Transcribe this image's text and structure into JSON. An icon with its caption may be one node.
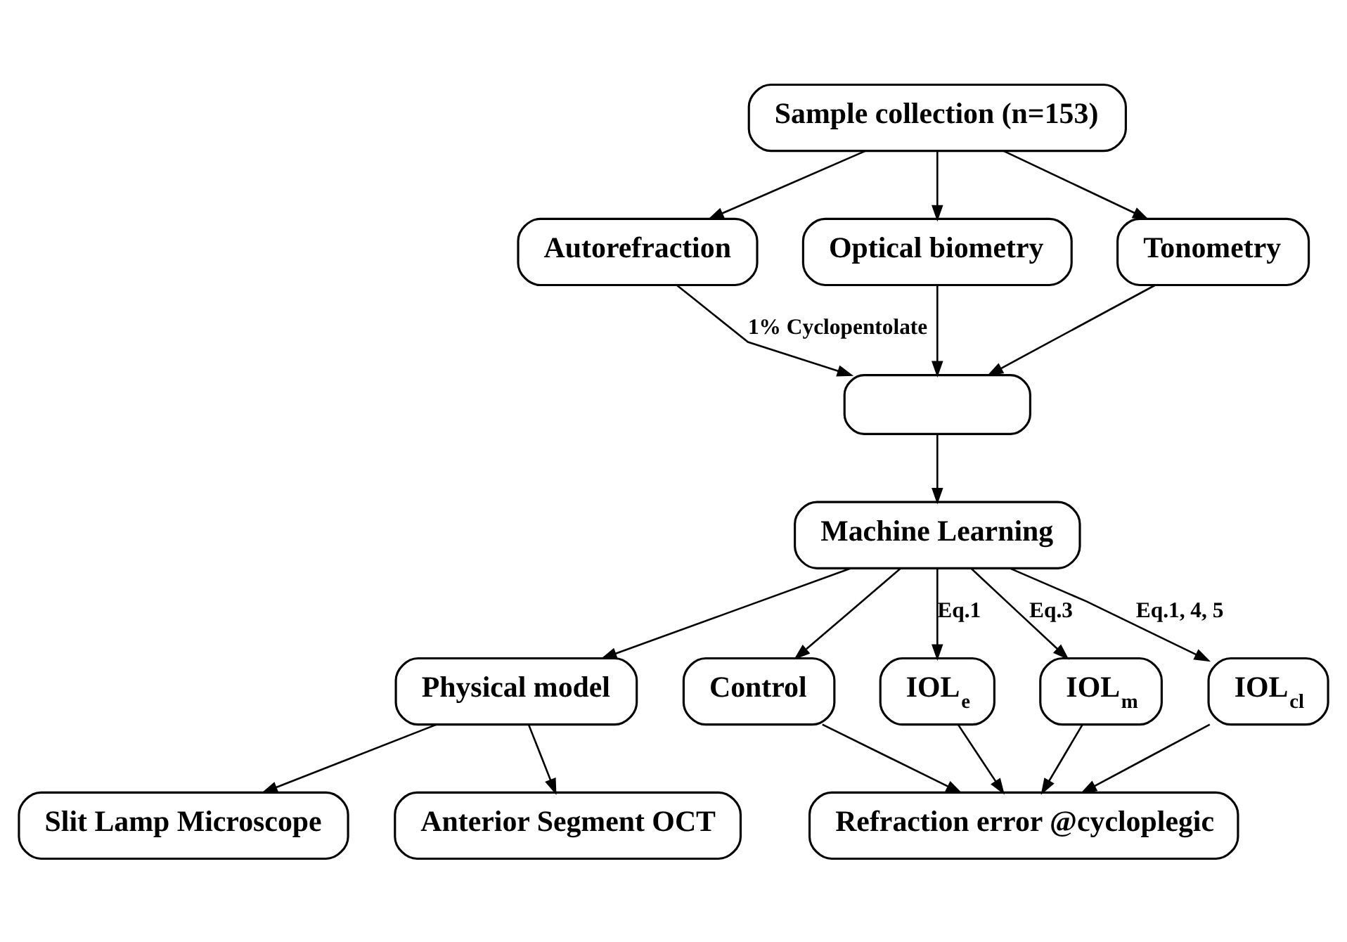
{
  "diagram": {
    "nodes": [
      {
        "text": [
          "Sample collection (n=153)"
        ]
      },
      {
        "text": [
          "Autorefraction"
        ]
      },
      {
        "text": [
          "Optical biometry"
        ]
      },
      {
        "text": [
          "Tonometry"
        ]
      },
      {
        "text": [],
        "shape": "box"
      },
      {
        "text": [
          "Machine Learning"
        ]
      },
      {
        "text": [
          "Physical model"
        ]
      },
      {
        "text": [
          "Slit Lamp Microscope"
        ]
      },
      {
        "text": [
          "Anterior Segment OCT"
        ]
      },
      {
        "text": [
          "Control"
        ]
      },
      {
        "text": [
          "IOL$_{e}$"
        ]
      },
      {
        "text": [
          "IOL$_{m}$"
        ]
      },
      {
        "text": [
          "IOL$_{cl}$"
        ]
      },
      {
        "text": [
          "Refraction error @cycloplegic"
        ]
      }
    ],
    "edges": [
      {
        "from": 0,
        "to": 1,
        "arrow": "to"
      },
      {
        "from": 0,
        "to": 2,
        "arrow": "to"
      },
      {
        "from": 0,
        "to": 3,
        "arrow": "to"
      },
      {
        "from": 1,
        "to": 4,
        "arrow": "to",
        "label": "1% Cyclopentolate"
      },
      {
        "from": 2,
        "to": 4,
        "arrow": "to"
      },
      {
        "from": 3,
        "to": 4,
        "arrow": "to"
      },
      {
        "from": 4,
        "to": 5,
        "arrow": "to"
      },
      {
        "from": 5,
        "to": 6,
        "arrow": "to"
      },
      {
        "from": 6,
        "to": 7,
        "arrow": "to"
      },
      {
        "from": 6,
        "to": 8,
        "arrow": "to"
      },
      {
        "from": 5,
        "to": 9,
        "arrow": "to"
      },
      {
        "from": 5,
        "to": 10,
        "arrow": "to",
        "label": "Eq.1"
      },
      {
        "from": 5,
        "to": 11,
        "arrow": "to",
        "label": "Eq.3"
      },
      {
        "from": 5,
        "to": 12,
        "arrow": "to",
        "label": "Eq.1, 4, 5"
      },
      {
        "from": 9,
        "to": 13,
        "arrow": "to"
      },
      {
        "from": 10,
        "to": 13,
        "arrow": "to"
      },
      {
        "from": 11,
        "to": 13,
        "arrow": "to"
      },
      {
        "from": 12,
        "to": 13,
        "arrow": "to"
      }
    ]
  }
}
